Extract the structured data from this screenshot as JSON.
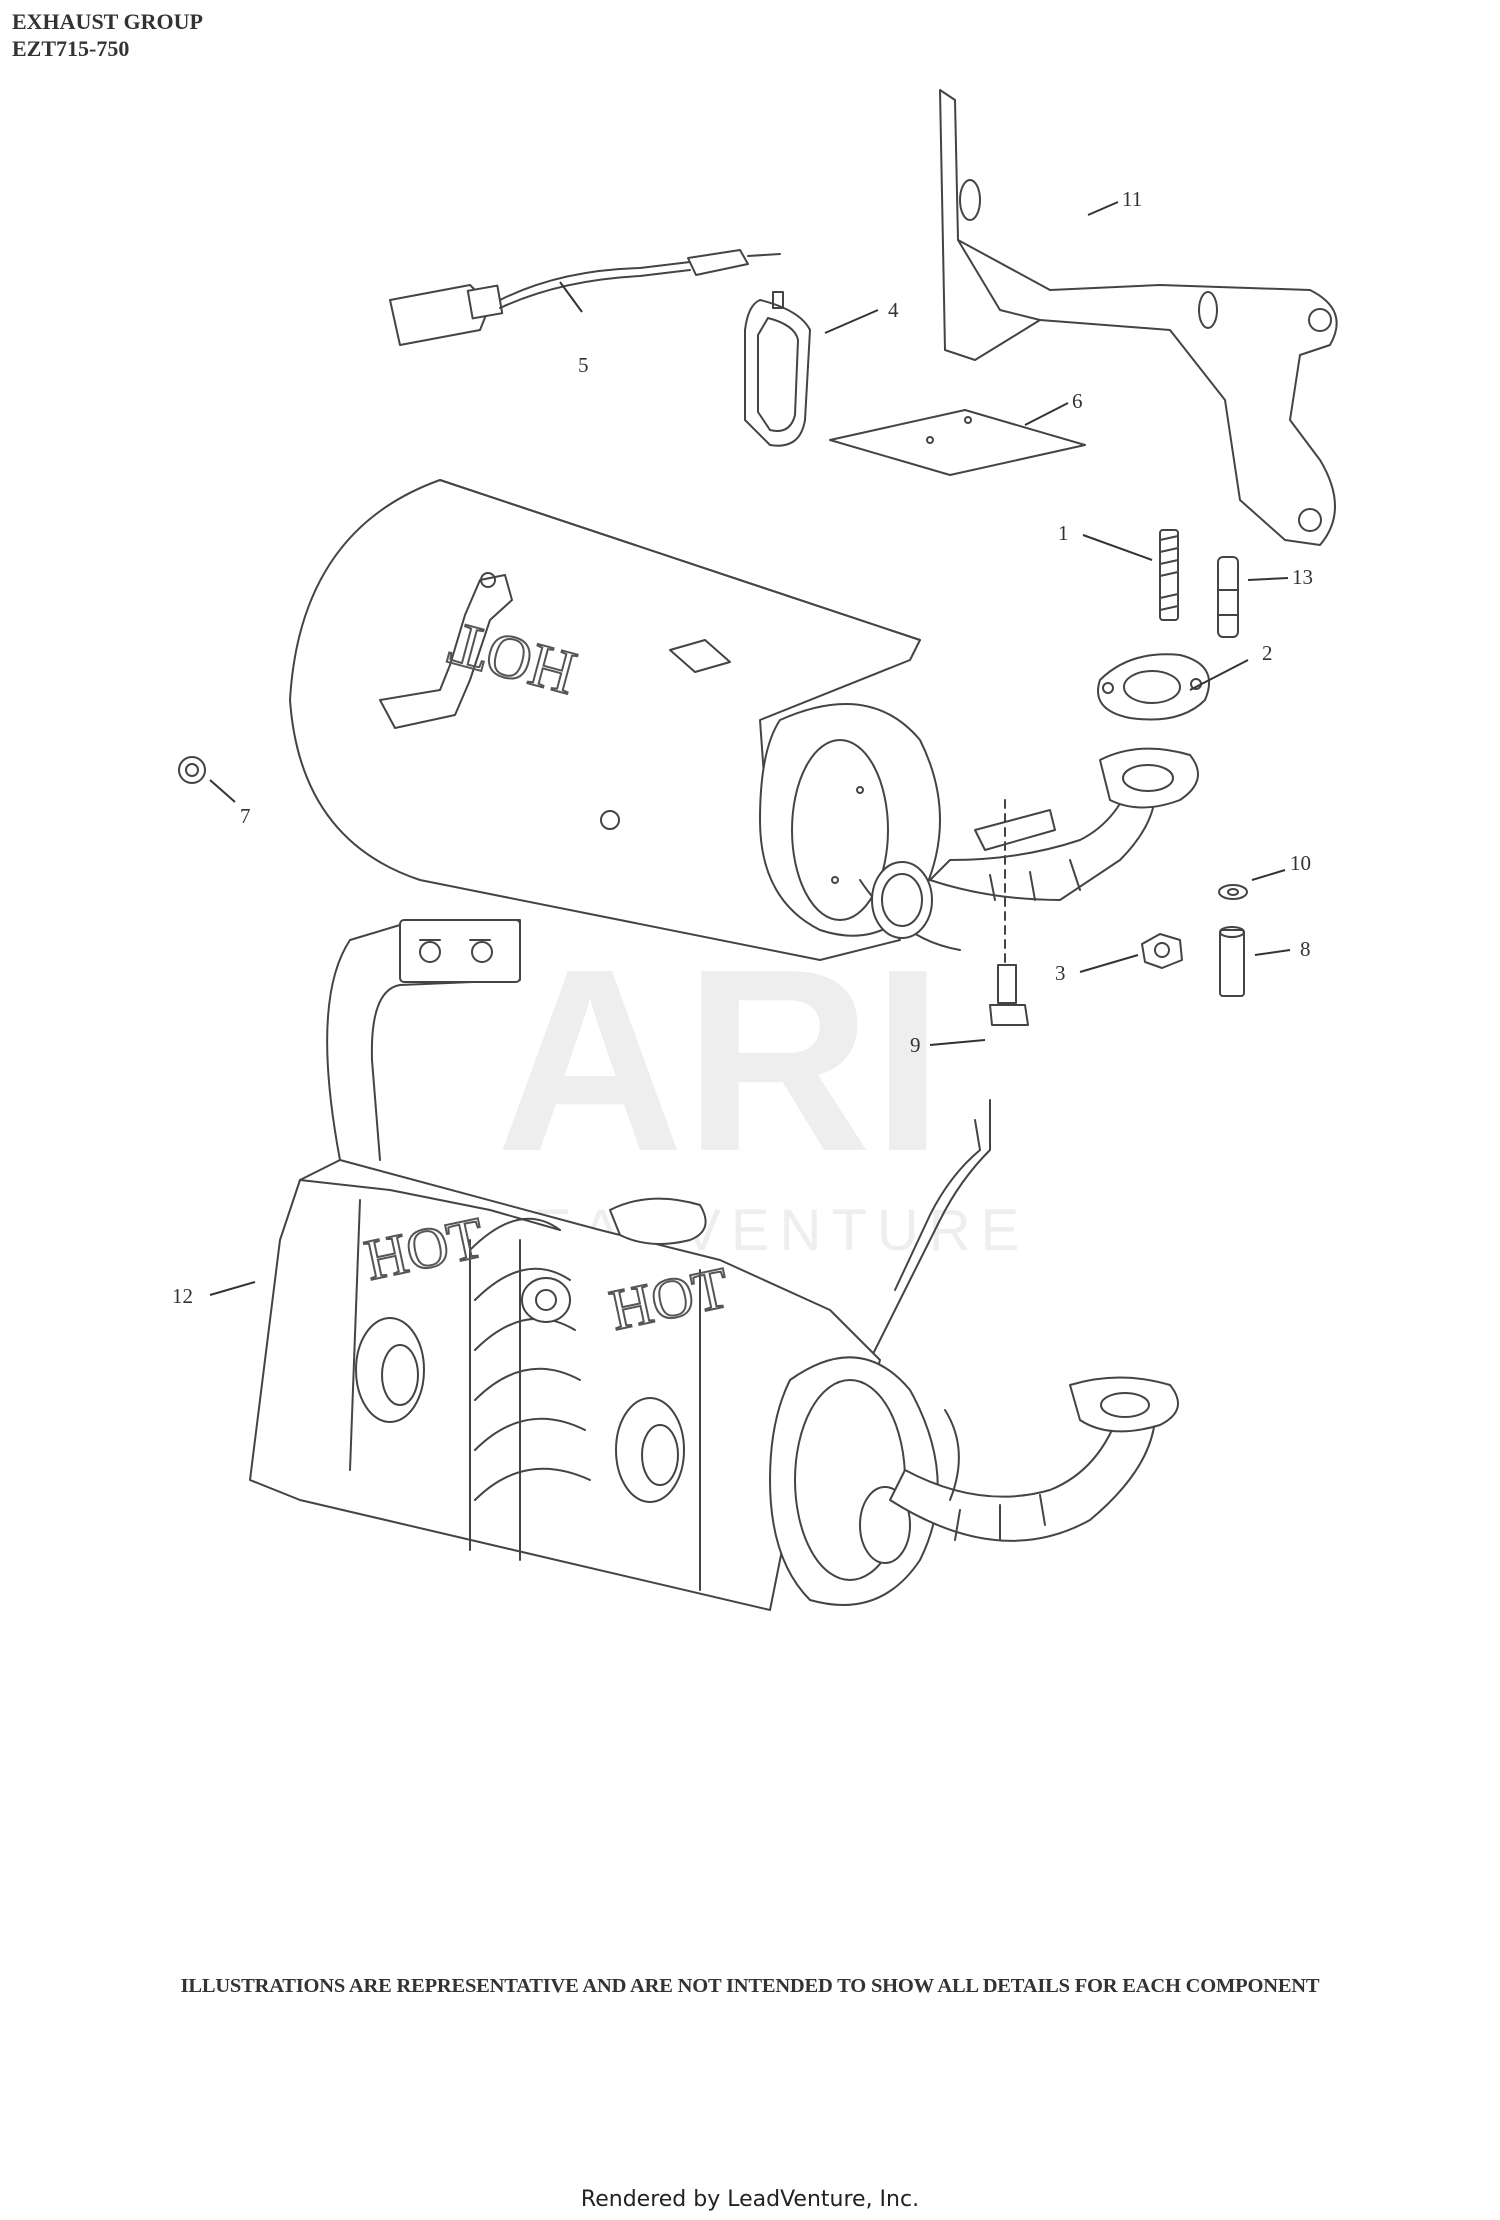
{
  "header": {
    "title": "EXHAUST GROUP",
    "model": "EZT715-750"
  },
  "callouts": [
    {
      "id": "c1",
      "label": "1"
    },
    {
      "id": "c2",
      "label": "2"
    },
    {
      "id": "c3",
      "label": "3"
    },
    {
      "id": "c4",
      "label": "4"
    },
    {
      "id": "c5",
      "label": "5"
    },
    {
      "id": "c6",
      "label": "6"
    },
    {
      "id": "c7",
      "label": "7"
    },
    {
      "id": "c8",
      "label": "8"
    },
    {
      "id": "c9",
      "label": "9"
    },
    {
      "id": "c10",
      "label": "10"
    },
    {
      "id": "c11",
      "label": "11"
    },
    {
      "id": "c12",
      "label": "12"
    },
    {
      "id": "c13",
      "label": "13"
    }
  ],
  "embossed": {
    "upper_shield": "HOT",
    "lower_left": "HOT",
    "lower_right": "HOT"
  },
  "watermark": {
    "logo": "ARI",
    "tagline": "LEADVENTURE"
  },
  "disclaimer": "ILLUSTRATIONS ARE REPRESENTATIVE AND ARE NOT INTENDED TO SHOW ALL DETAILS FOR EACH COMPONENT",
  "footer": "Rendered by LeadVenture, Inc."
}
